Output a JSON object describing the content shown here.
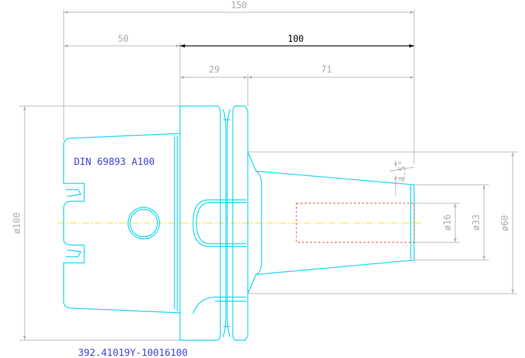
{
  "drawing": {
    "standard_label": "DIN 69893 A100",
    "part_number": "392.41019Y-10016100"
  },
  "dimensions": {
    "overall_length": "150",
    "flange_to_taper": "50",
    "gauge_length": "100",
    "collar_length": "29",
    "shank_length": "71",
    "taper_angle": "4.5°",
    "bore_diameter": "ø16",
    "nose_diameter": "ø33",
    "base_diameter": "ø60",
    "flange_diameter": "ø100"
  },
  "colors": {
    "part_outline": "#00d2ee",
    "dimension_lines": "#b4b4b4",
    "main_dimension": "#000000",
    "center_line": "#e8e800",
    "hidden_bore": "#e23a2a",
    "label": "#3b3bd6"
  }
}
